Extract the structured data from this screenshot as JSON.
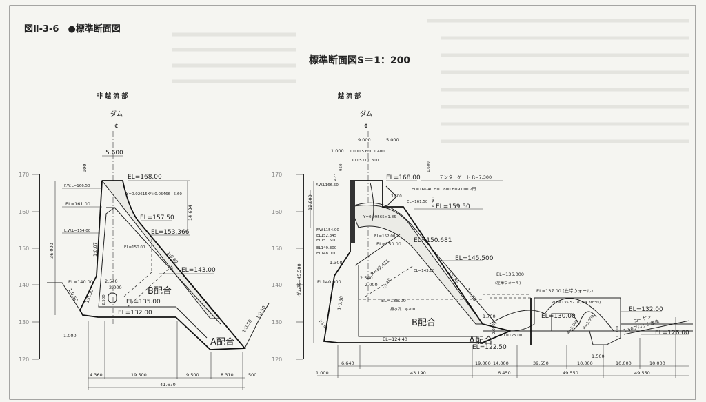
{
  "figure_label": "図Ⅱ-3-6　●標準断面図",
  "drawing_title": "標準断面図S＝1：200",
  "scale_ticks": [
    "170",
    "160",
    "150",
    "140",
    "130",
    "120"
  ],
  "left": {
    "heading": "非 越 流 部",
    "dam": "ダム",
    "centerline": "℄",
    "labels": [
      "5.600",
      "900",
      "EL=168.00",
      "F.W.L=166.50",
      "Y=0.02615X²+0.05466+5.60",
      "14.634",
      "EL=161.00",
      "EL=157.50",
      "EL=153.366",
      "L.W.L=154.00",
      "36.000",
      "1:0.07",
      "EL=150.00",
      "1:0.82",
      "EL=143.00",
      "EL=140.00",
      "2.540",
      "2.000",
      "B配合",
      "1:0.30",
      "1:0.50",
      "EL=135.00",
      "EL=132.00",
      "1.000",
      "A配合",
      "1:0.50",
      "1:0.50",
      "2.500"
    ],
    "dims": [
      "4.360",
      "19.500",
      "9.500",
      "8.310",
      "500",
      "41.670"
    ]
  },
  "right": {
    "heading": "越 流 部",
    "dam": "ダム",
    "centerline": "℄",
    "labels": [
      "9.000",
      "5.000",
      "1.000",
      "1.000 5.600 1.400",
      "300 5.000 300",
      "950",
      "423",
      "1.600",
      "EL=168.00",
      "テンターゲート R=7.300",
      "EL=166.40  H=1.800  B=9.000  2門",
      "F.W.L166.50",
      "3.600",
      "EL=161.50",
      "6.341",
      "EL=159.50",
      "12.000",
      "Y=0.09565×1.85",
      "F.W.L154.00",
      "EL152.345",
      "EL151.500",
      "EL=152.00",
      "EL=150.00",
      "EL=150.681",
      "EL149.300",
      "EL148.000",
      "EL=145.500",
      "1.300",
      "R=32.411",
      "EL=143.00",
      "ダム高=45.500",
      "EL140.000",
      "2.540",
      "2.000",
      "1:0.85",
      "EL=136.000",
      "(左岸ウォール)",
      "EL=137.00 (左岸ウォール)",
      "EL=135.00",
      "排水孔　φ200",
      "1:0.30",
      "W.L=135.521(Q=4.3m³/s)",
      "EL=132.00",
      "1.700",
      "EL=130.00",
      "B配合",
      "11.000",
      "コーケン",
      "1:50ブロック護岸",
      "EL=126.00",
      "EL=125.00",
      "1:1.0",
      "A配合",
      "EL=124.40",
      "EL=122.50",
      "R=5.000",
      "R=5.000",
      "1:1.20",
      "2.000",
      "1.500",
      "1:0.85"
    ],
    "dims": [
      "6.640",
      "43.190",
      "1.000",
      "19.000",
      "14.000",
      "6.450",
      "39.550",
      "10.000",
      "49.550",
      "10.000",
      "10.000",
      "49.550"
    ]
  }
}
